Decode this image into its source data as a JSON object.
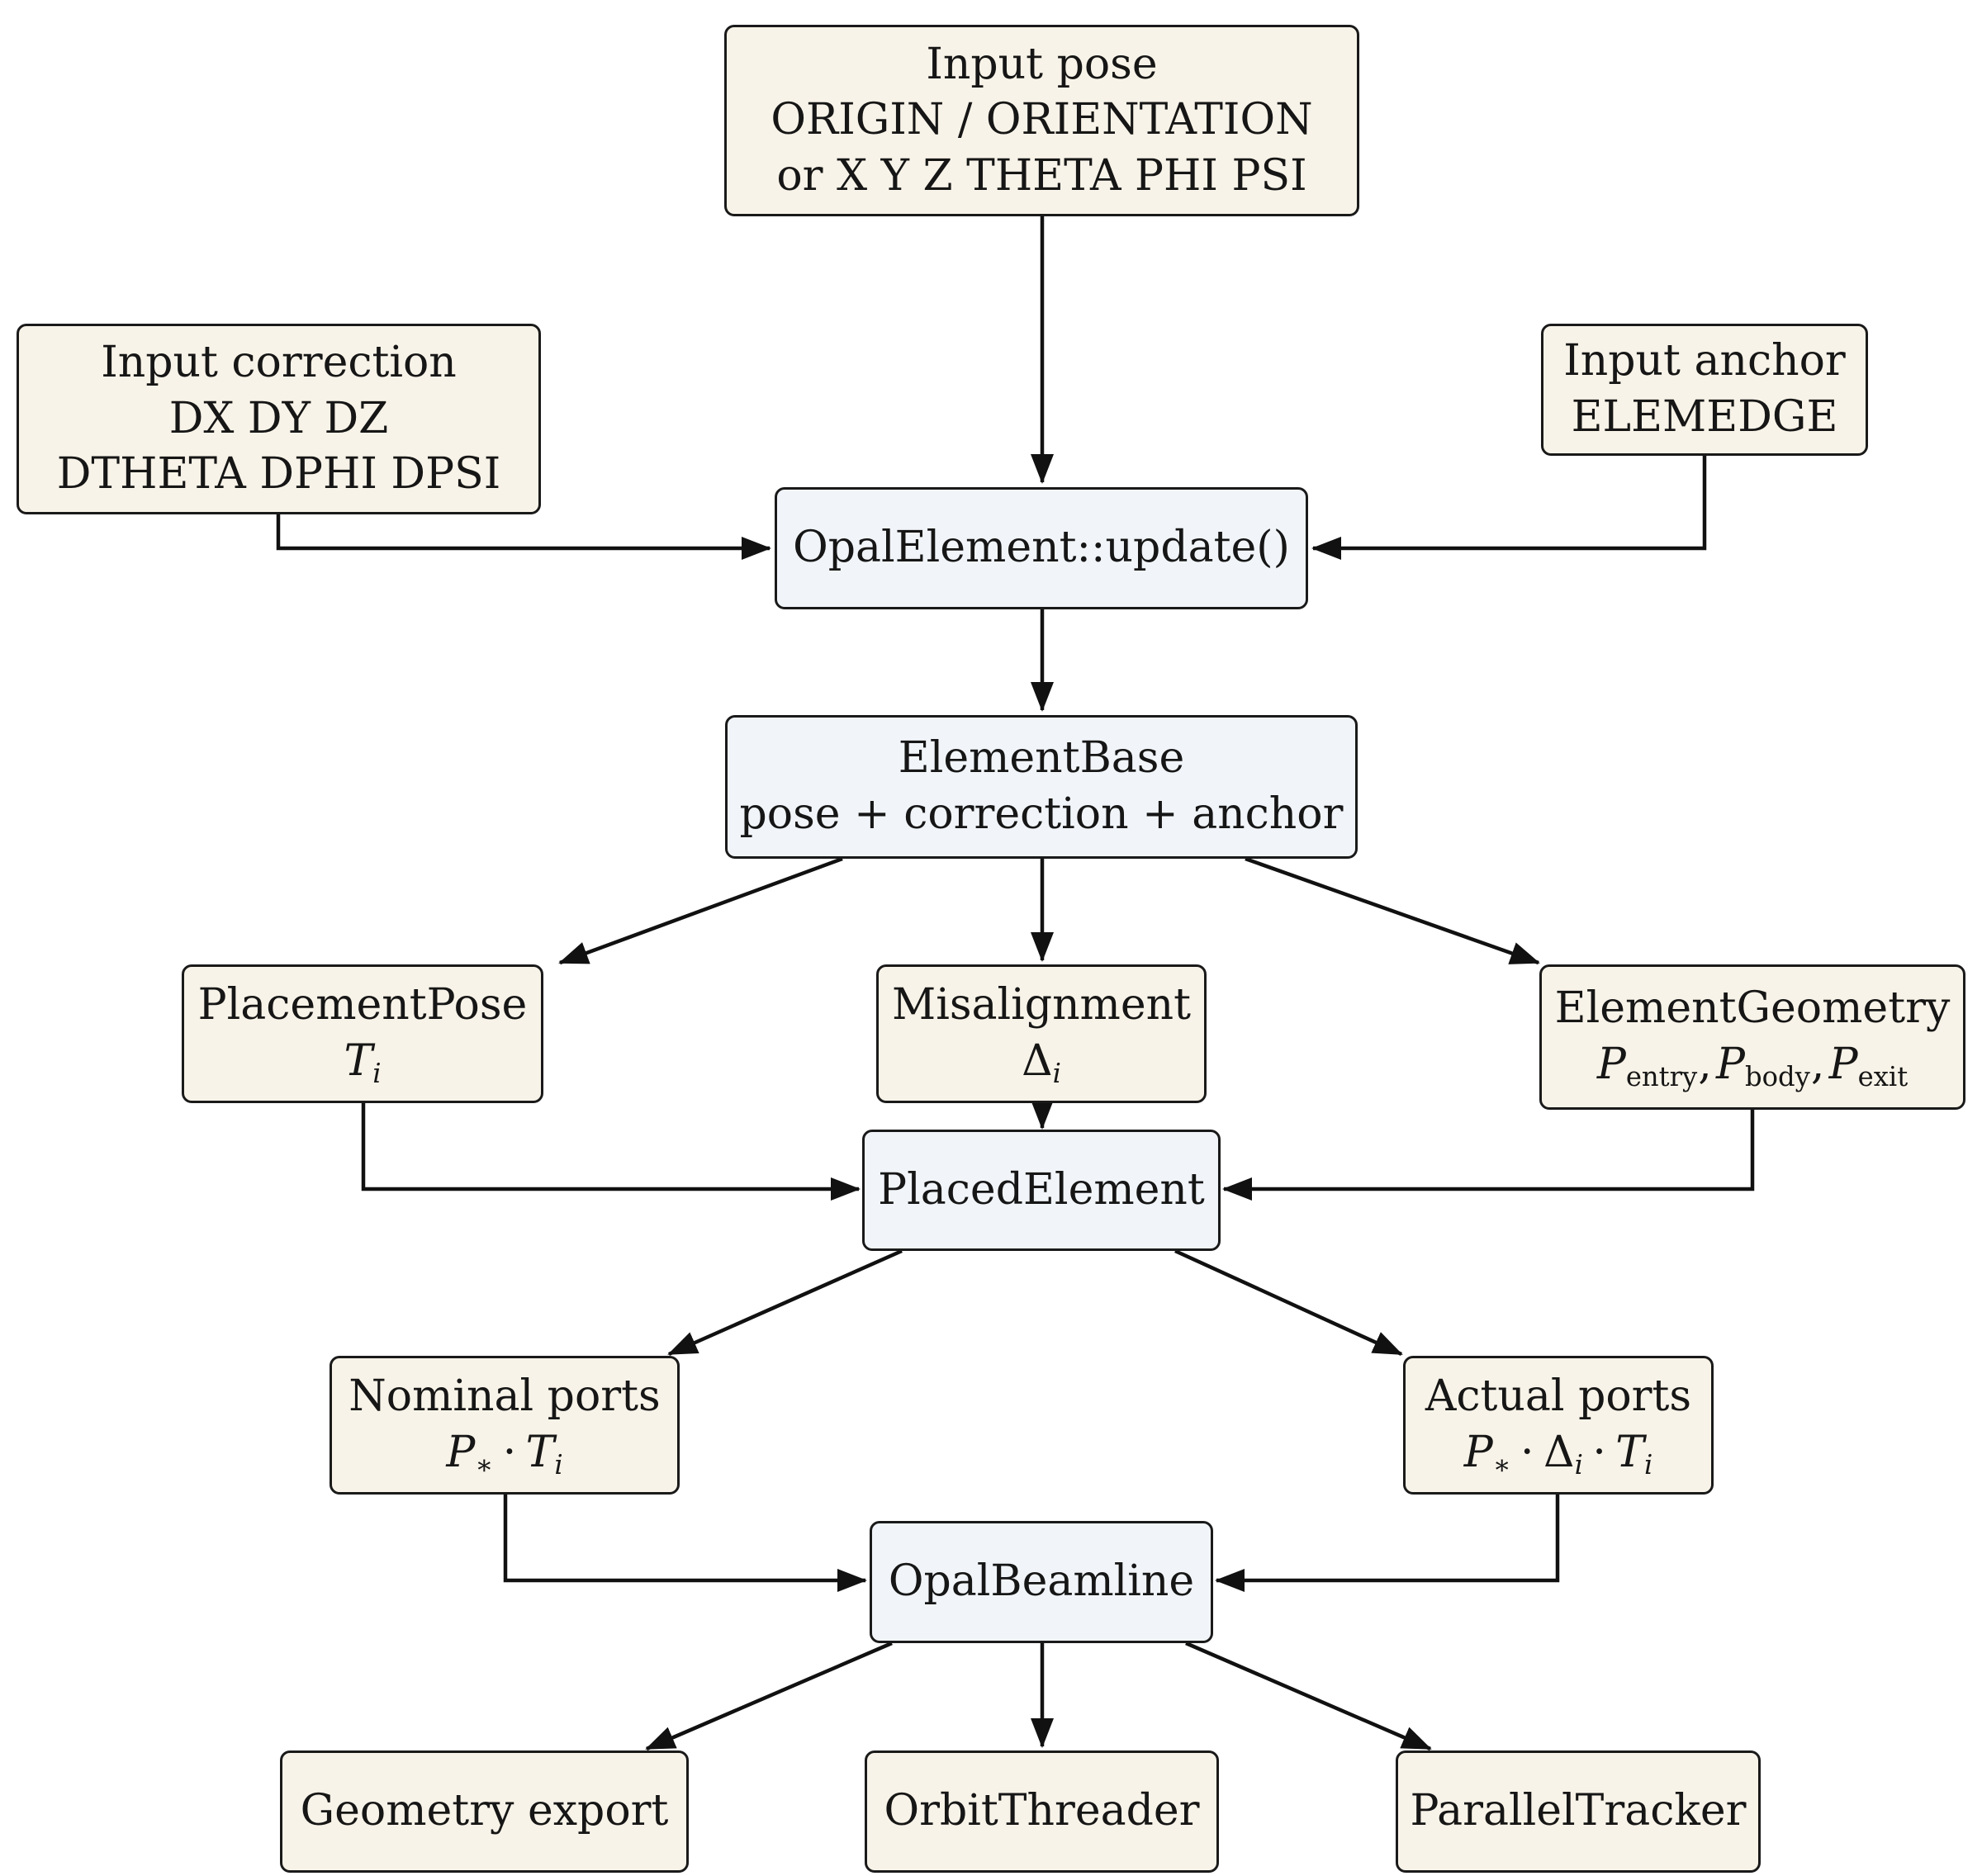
{
  "nodes": {
    "input_pose": {
      "lines": [
        "Input pose",
        "ORIGIN / ORIENTATION",
        "or X Y Z THETA PHI PSI"
      ]
    },
    "input_correction": {
      "lines": [
        "Input correction",
        "DX DY DZ",
        "DTHETA DPHI DPSI"
      ]
    },
    "input_anchor": {
      "lines": [
        "Input anchor",
        "ELEMEDGE"
      ]
    },
    "opal_element_update": {
      "label": "OpalElement::update()"
    },
    "element_base": {
      "lines": [
        "ElementBase",
        "pose + correction + anchor"
      ]
    },
    "placement_pose": {
      "title": "PlacementPose",
      "symbol": "T",
      "index": "i"
    },
    "misalignment": {
      "title": "Misalignment",
      "symbol": "Δ",
      "index": "i"
    },
    "element_geometry": {
      "title": "ElementGeometry",
      "symbol": "P",
      "port_names": [
        "entry",
        "body",
        "exit"
      ]
    },
    "placed_element": {
      "label": "PlacedElement"
    },
    "nominal_ports": {
      "title": "Nominal ports",
      "formula": {
        "p": "P",
        "p_sub": "∗",
        "dot": "·",
        "t": "T",
        "t_sub": "i"
      }
    },
    "actual_ports": {
      "title": "Actual ports",
      "formula": {
        "p": "P",
        "p_sub": "∗",
        "dot": "·",
        "d": "Δ",
        "d_sub": "i",
        "t": "T",
        "t_sub": "i"
      }
    },
    "opal_beamline": {
      "label": "OpalBeamline"
    },
    "geometry_export": {
      "label": "Geometry export"
    },
    "orbit_threader": {
      "label": "OrbitThreader"
    },
    "parallel_tracker": {
      "label": "ParallelTracker"
    }
  },
  "style": {
    "input_fill": "#f8f3e8",
    "process_fill": "#f1f5f9",
    "stroke": "#1a1a1a"
  }
}
